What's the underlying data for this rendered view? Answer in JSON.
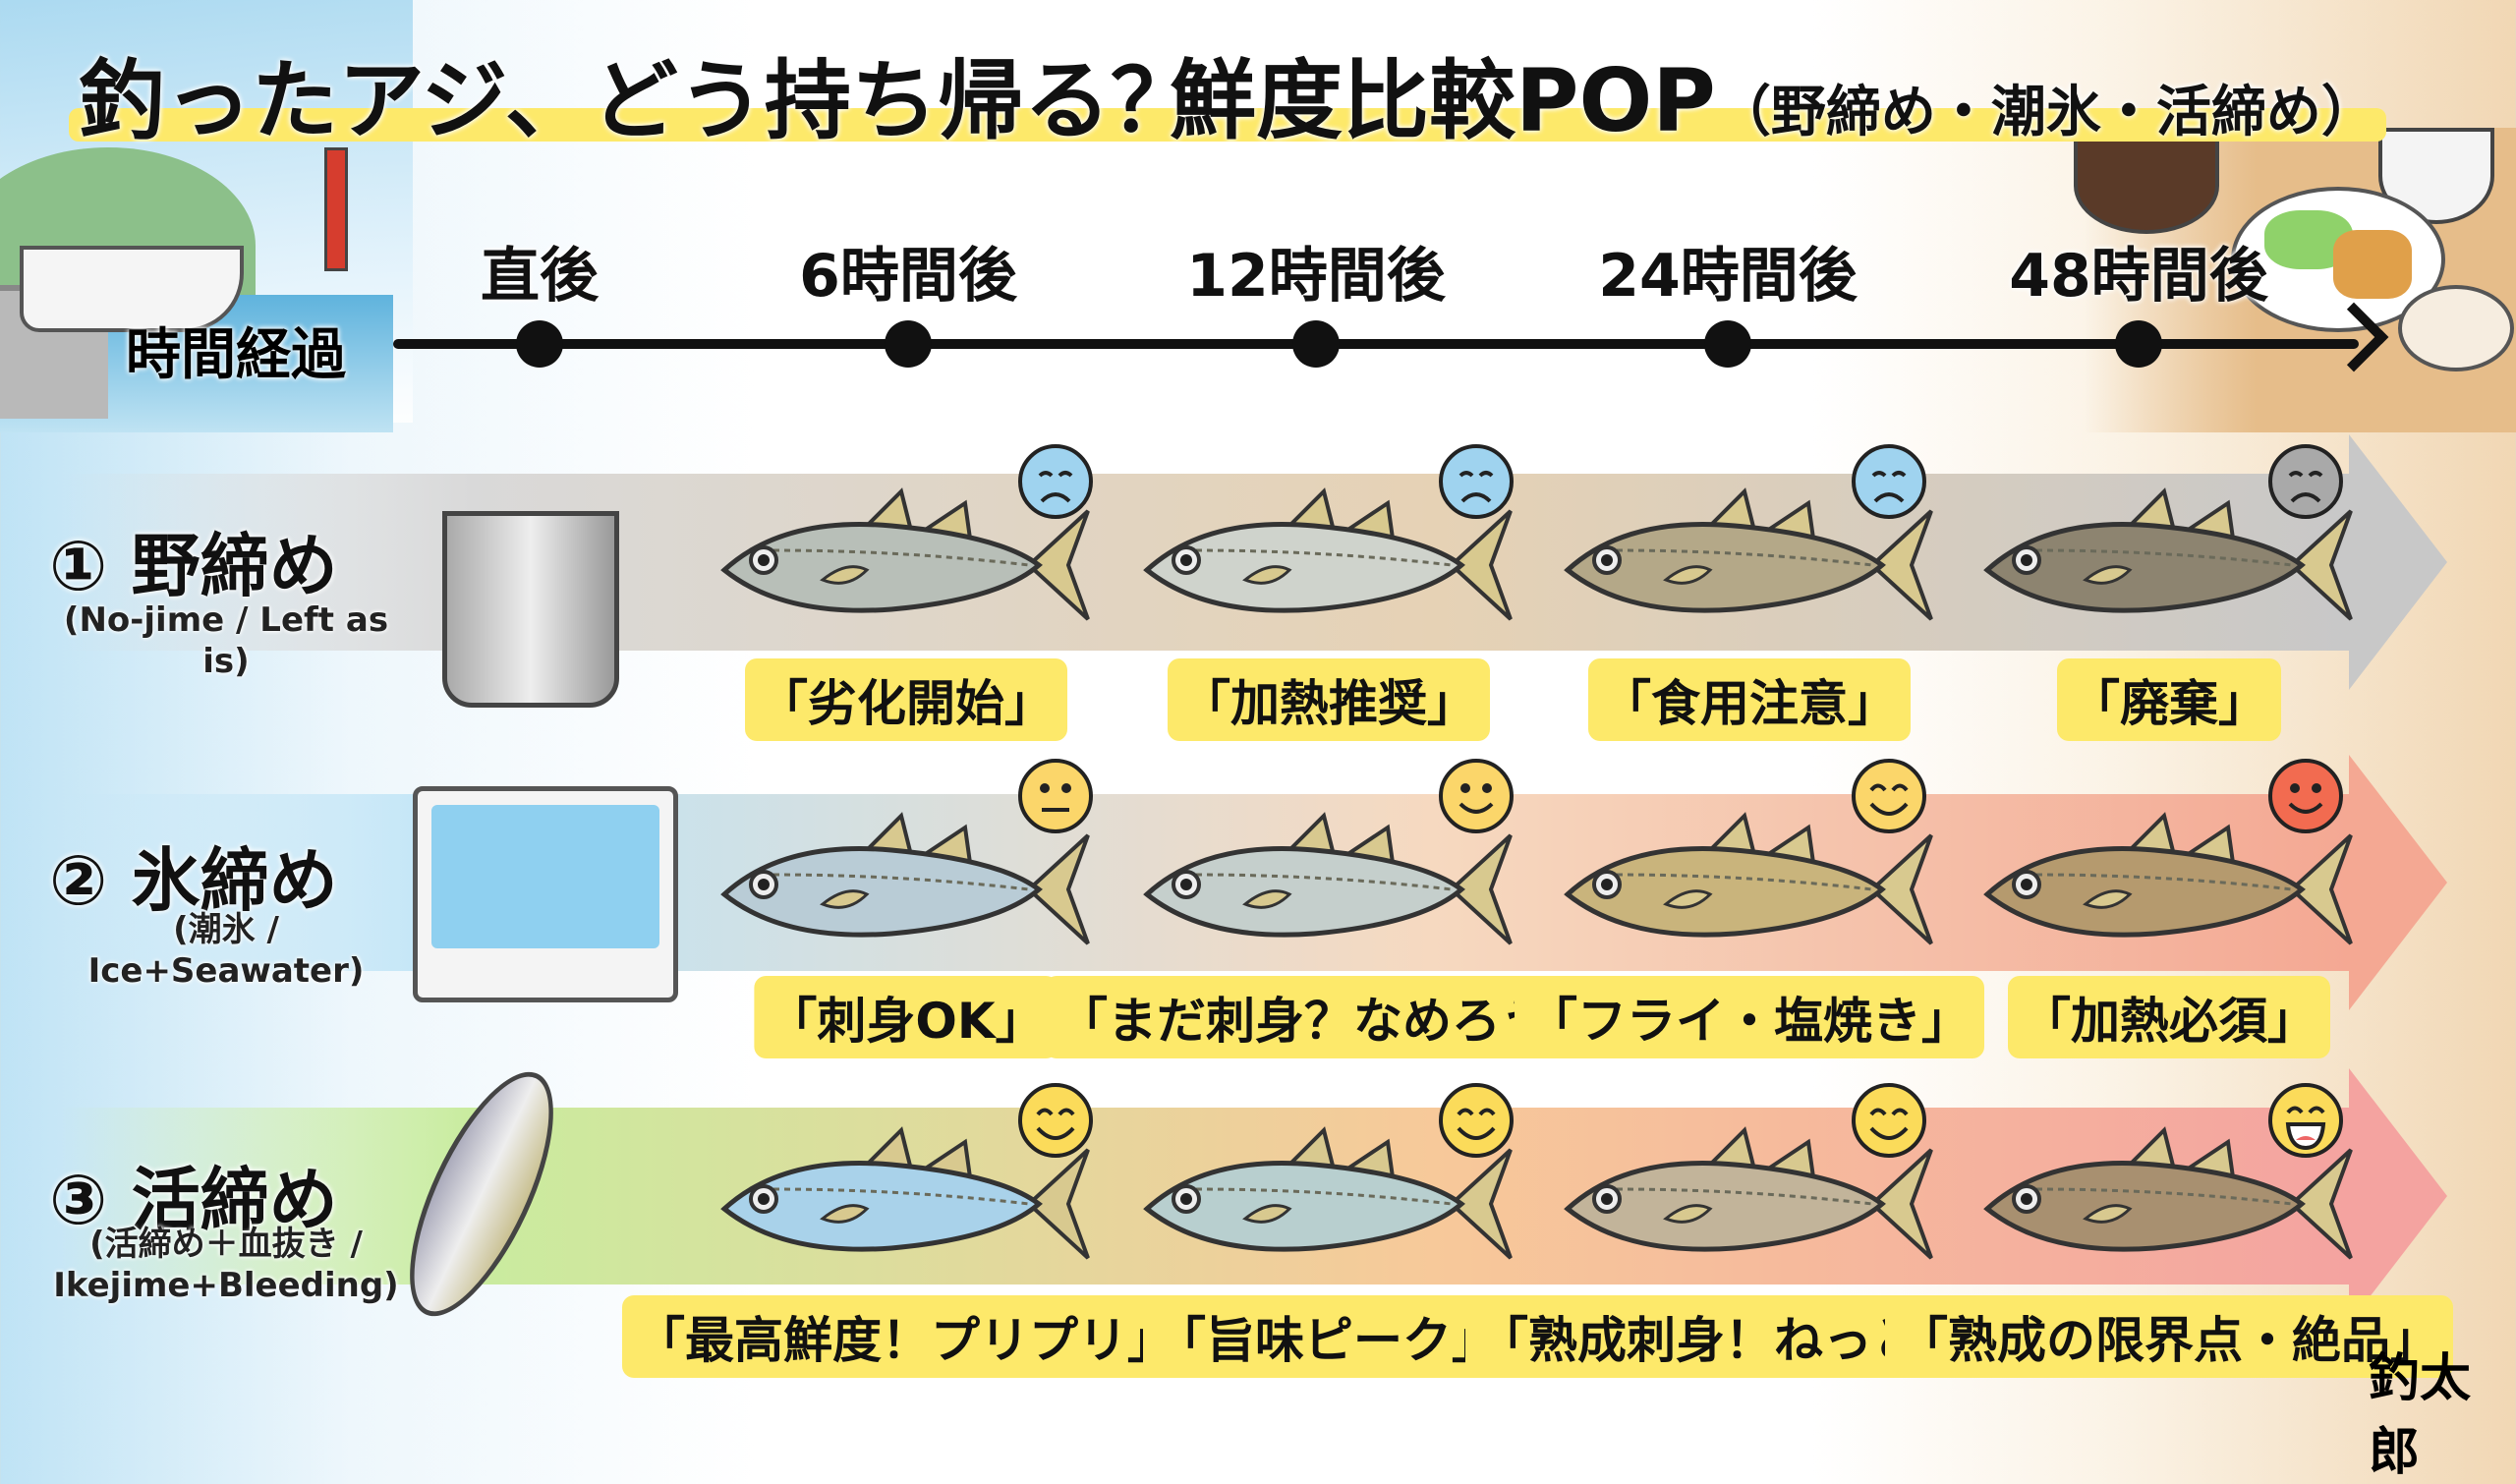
{
  "title": {
    "main": "釣ったアジ、どう持ち帰る？",
    "sub": "鮮度比較POP",
    "sub_paren": "（野締め・潮氷・活締め）"
  },
  "timeline": {
    "axis_label": "時間経過",
    "points": [
      "直後",
      "6時間後",
      "12時間後",
      "24時間後",
      "48時間後"
    ]
  },
  "rows": [
    {
      "label": "① 野締め",
      "sublabel": "(No-jime / Left as is)",
      "band_colors": [
        "#d9d9d9",
        "#e6d2b5",
        "#c8c8c8"
      ],
      "stages": [
        {
          "caption": "「劣化開始」",
          "face": "sad",
          "face_color": "#9fd3ef",
          "fish_color": "#b8bfb8"
        },
        {
          "caption": "「加熱推奨」",
          "face": "sad",
          "face_color": "#9fd3ef",
          "fish_color": "#cfd3cc"
        },
        {
          "caption": "「食用注意」",
          "face": "sad",
          "face_color": "#9fd3ef",
          "fish_color": "#b4a888"
        },
        {
          "caption": "「廃棄」",
          "face": "sad",
          "face_color": "#a9a9a9",
          "fish_color": "#8d8470"
        }
      ]
    },
    {
      "label": "② 氷締め",
      "sublabel": "(潮氷 /\nIce+Seawater)",
      "band_colors": [
        "#bfe4f6",
        "#f6d9c0",
        "#f4a893"
      ],
      "stages": [
        {
          "caption": "「刺身OK」",
          "face": "neutral",
          "face_color": "#fbd66a",
          "fish_color": "#b9ccd6"
        },
        {
          "caption": "「まだ刺身？なめろう」",
          "face": "smile",
          "face_color": "#fbd66a",
          "fish_color": "#c5cfcc"
        },
        {
          "caption": "「フライ・塩焼き」",
          "face": "happy",
          "face_color": "#fbd66a",
          "fish_color": "#c9b47c"
        },
        {
          "caption": "「加熱必須」",
          "face": "smile",
          "face_color": "#f26b50",
          "fish_color": "#b59a6e"
        }
      ]
    },
    {
      "label": "③ 活締め",
      "sublabel": "(活締め＋血抜き /\nIkejime+Bleeding)",
      "band_colors": [
        "#c9ec9f",
        "#f7c99a",
        "#f4a3a0"
      ],
      "stages": [
        {
          "caption": "「最高鮮度！プリプリ」",
          "face": "happy",
          "face_color": "#fbdb5a",
          "fish_color": "#a9d2ea"
        },
        {
          "caption": "「旨味ピーク」",
          "face": "happy",
          "face_color": "#fbdb5a",
          "fish_color": "#b8cfcf"
        },
        {
          "caption": "「熟成刺身！ねっとり」",
          "face": "happy",
          "face_color": "#fbdb5a",
          "fish_color": "#c2b49a"
        },
        {
          "caption": "「熟成の限界点・絶品」",
          "face": "grin",
          "face_color": "#fbdb5a",
          "fish_color": "#a89070"
        }
      ]
    }
  ],
  "signature": "釣太郎"
}
